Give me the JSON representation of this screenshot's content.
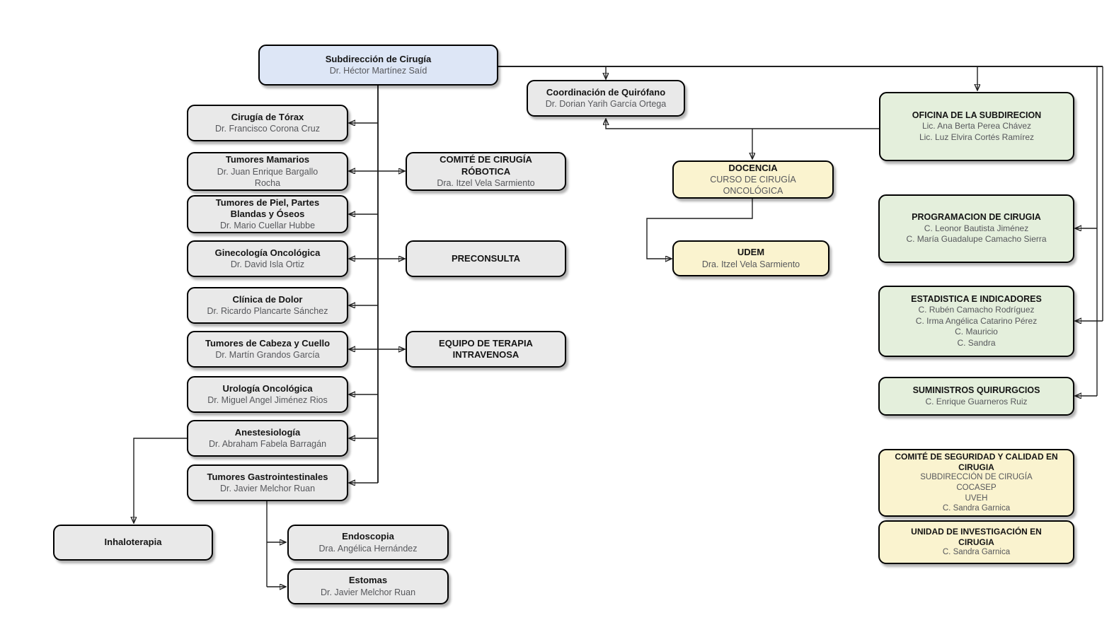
{
  "palette": {
    "background": "#ffffff",
    "box_blue": "#dde6f6",
    "box_gray": "#e9e9e9",
    "box_green": "#e4efdc",
    "box_yellow": "#faf3cf",
    "box_border": "#000000",
    "title_color": "#141414",
    "subtitle_color": "#56575b",
    "line_color": "#1f1f1f"
  },
  "nodes": {
    "subdireccion": {
      "title": "Subdirección de Cirugía",
      "sub": [
        "Dr. Héctor Martínez Saíd"
      ]
    },
    "cirugia_torax": {
      "title": "Cirugía de Tórax",
      "sub": [
        "Dr. Francisco Corona Cruz"
      ]
    },
    "tumores_mamarios": {
      "title": "Tumores Mamarios",
      "sub": [
        "Dr. Juan Enrique Bargallo",
        "Rocha"
      ]
    },
    "tumores_piel": {
      "title": "Tumores de Piel, Partes\nBlandas y Óseos",
      "sub": [
        "Dr. Mario Cuellar Hubbe"
      ]
    },
    "ginecologia": {
      "title": "Ginecología Oncológica",
      "sub": [
        "Dr. David Isla Ortiz"
      ]
    },
    "clinica_dolor": {
      "title": "Clínica de Dolor",
      "sub": [
        "Dr. Ricardo Plancarte Sánchez"
      ]
    },
    "cabeza_cuello": {
      "title": "Tumores de Cabeza y Cuello",
      "sub": [
        "Dr. Martín Grandos García"
      ]
    },
    "urologia": {
      "title": "Urología Oncológica",
      "sub": [
        "Dr. Miguel Angel Jiménez Rios"
      ]
    },
    "anestesiologia": {
      "title": "Anestesiología",
      "sub": [
        "Dr. Abraham Fabela Barragán"
      ]
    },
    "gastro": {
      "title": "Tumores Gastrointestinales",
      "sub": [
        "Dr. Javier Melchor Ruan"
      ]
    },
    "comite_robotica": {
      "title": "COMITÉ DE CIRUGÍA\nRÓBOTICA",
      "sub": [
        "Dra. Itzel Vela Sarmiento"
      ]
    },
    "preconsulta": {
      "title": "PRECONSULTA"
    },
    "terapia_iv": {
      "title": "EQUIPO DE TERAPIA\nINTRAVENOSA"
    },
    "coordinacion": {
      "title": "Coordinación de Quirófano",
      "sub": [
        "Dr. Dorian Yarih García Ortega"
      ]
    },
    "docencia": {
      "title": "DOCENCIA",
      "sub": [
        "CURSO DE CIRUGÍA",
        "ONCOLÓGICA"
      ]
    },
    "udem": {
      "title": "UDEM",
      "sub": [
        "Dra. Itzel Vela Sarmiento"
      ]
    },
    "inhaloterapia": {
      "title": "Inhaloterapia"
    },
    "endoscopia": {
      "title": "Endoscopia",
      "sub": [
        "Dra. Angélica Hernández"
      ]
    },
    "estomas": {
      "title": "Estomas",
      "sub": [
        "Dr. Javier Melchor Ruan"
      ]
    },
    "oficina": {
      "title": "OFICINA DE LA SUBDIRECION",
      "sub": [
        "Lic. Ana Berta Perea Chávez",
        "Lic. Luz Elvira Cortés Ramírez"
      ]
    },
    "programacion": {
      "title": "PROGRAMACION DE CIRUGIA",
      "sub": [
        "C. Leonor Bautista Jiménez",
        "C. María Guadalupe Camacho Sierra"
      ]
    },
    "estadistica": {
      "title": "ESTADISTICA E INDICADORES",
      "sub": [
        "C. Rubén Camacho Rodríguez",
        "C. Irma Angélica Catarino Pérez",
        "C. Mauricio",
        "C. Sandra"
      ]
    },
    "suministros": {
      "title": "SUMINISTROS QUIRURGCIOS",
      "sub": [
        "C. Enrique Guarneros Ruiz"
      ]
    },
    "comite_seguridad": {
      "title": "COMITÉ DE SEGURIDAD Y CALIDAD EN\nCIRUGIA",
      "sub": [
        "SUBDIRECCIÓN DE CIRUGÍA",
        "COCASEP",
        "UVEH",
        "C. Sandra Garnica"
      ]
    },
    "unidad_investigacion": {
      "title": "UNIDAD DE INVESTIGACIÓN EN\nCIRUGIA",
      "sub": [
        "C. Sandra Garnica"
      ]
    }
  },
  "edges": [
    {
      "from": "subdireccion",
      "to": "coordinacion"
    },
    {
      "from": "subdireccion",
      "to": "oficina"
    },
    {
      "from": "subdireccion",
      "to": "programacion"
    },
    {
      "from": "subdireccion",
      "to": "estadistica"
    },
    {
      "from": "subdireccion",
      "to": "suministros"
    },
    {
      "from": "subdireccion",
      "to": "cirugia_torax"
    },
    {
      "from": "subdireccion",
      "to": "tumores_mamarios"
    },
    {
      "from": "subdireccion",
      "to": "tumores_piel"
    },
    {
      "from": "subdireccion",
      "to": "ginecologia"
    },
    {
      "from": "subdireccion",
      "to": "clinica_dolor"
    },
    {
      "from": "subdireccion",
      "to": "cabeza_cuello"
    },
    {
      "from": "subdireccion",
      "to": "urologia"
    },
    {
      "from": "subdireccion",
      "to": "anestesiologia"
    },
    {
      "from": "subdireccion",
      "to": "gastro"
    },
    {
      "from": "subdireccion",
      "to": "comite_robotica"
    },
    {
      "from": "subdireccion",
      "to": "preconsulta"
    },
    {
      "from": "subdireccion",
      "to": "terapia_iv"
    },
    {
      "from": "oficina",
      "to": "coordinacion"
    },
    {
      "from": "oficina",
      "to": "docencia"
    },
    {
      "from": "docencia",
      "to": "udem"
    },
    {
      "from": "anestesiologia",
      "to": "inhaloterapia"
    },
    {
      "from": "gastro",
      "to": "endoscopia"
    },
    {
      "from": "gastro",
      "to": "estomas"
    }
  ]
}
